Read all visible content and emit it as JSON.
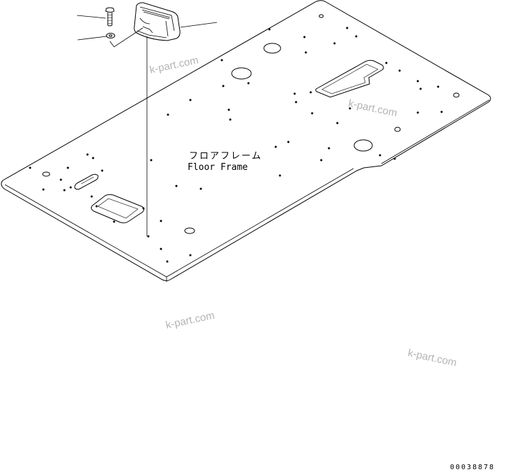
{
  "labels": {
    "part_jp": "フロアフレーム",
    "part_en": "Floor Frame"
  },
  "watermarks": [
    "k-part.com",
    "k-part.com",
    "k-part.com",
    "k-part.com"
  ],
  "document_number": "00038878",
  "colors": {
    "line": "#000000",
    "watermark": "#b4b4b4",
    "background": "#ffffff"
  },
  "components": {
    "plate": "floor-frame-plate",
    "part": "handle-bracket",
    "bolt": "bolt",
    "washer": "washer"
  }
}
